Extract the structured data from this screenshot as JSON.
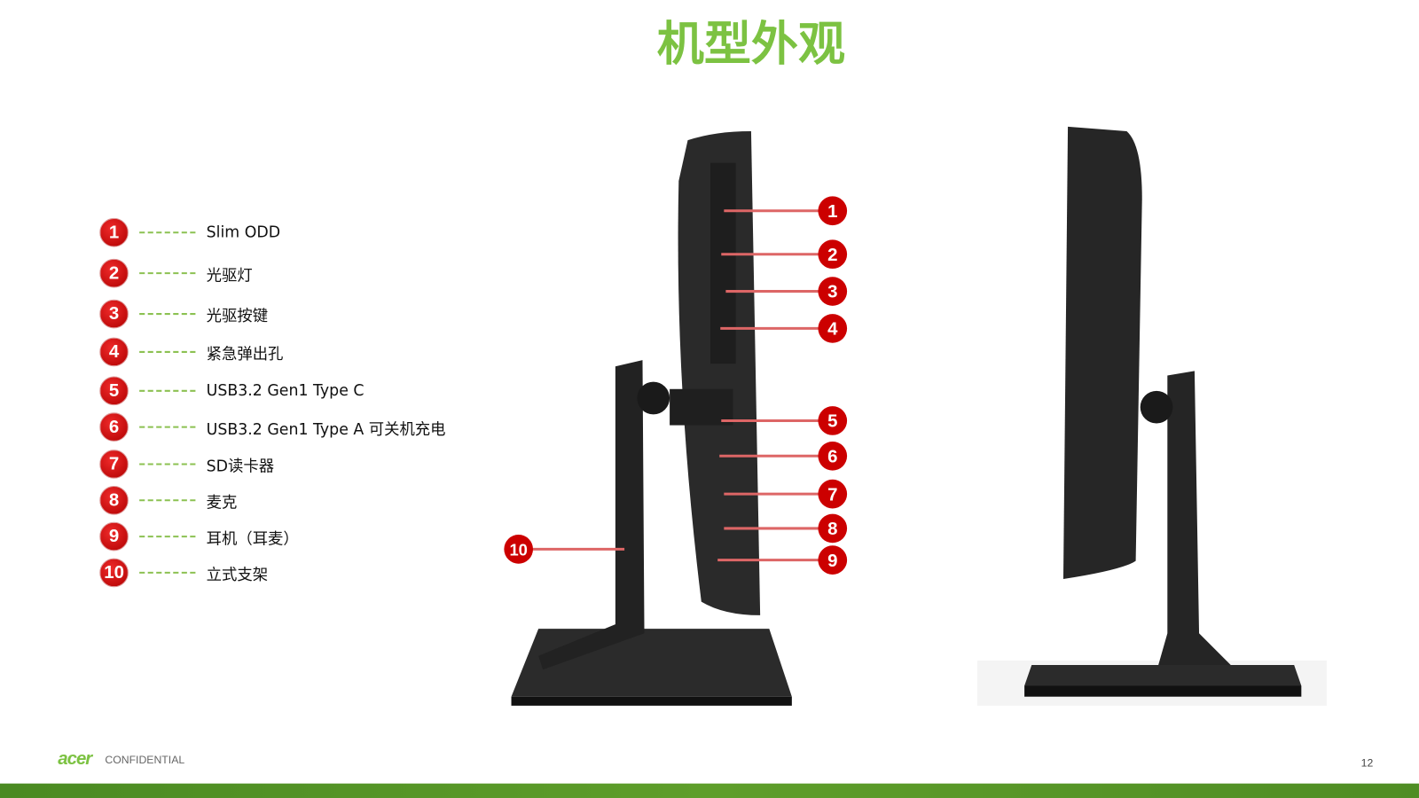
{
  "title": "机型外观",
  "callouts": [
    {
      "num": "1",
      "label": "Slim ODD"
    },
    {
      "num": "2",
      "label": "光驱灯"
    },
    {
      "num": "3",
      "label": "光驱按键"
    },
    {
      "num": "4",
      "label": "紧急弹出孔"
    },
    {
      "num": "5",
      "label": "USB3.2 Gen1 Type C"
    },
    {
      "num": "6",
      "label": "USB3.2 Gen1 Type A 可关机充电"
    },
    {
      "num": "7",
      "label": "SD读卡器"
    },
    {
      "num": "8",
      "label": "麦克"
    },
    {
      "num": "9",
      "label": "耳机（耳麦）"
    },
    {
      "num": "10",
      "label": "立式支架"
    }
  ],
  "footer": {
    "logo": "acer",
    "confidential": "CONFIDENTIAL",
    "page_number": "12"
  },
  "colors": {
    "accent": "#7cc242",
    "marker": "#cc0000",
    "bar": "#4f8d24"
  }
}
